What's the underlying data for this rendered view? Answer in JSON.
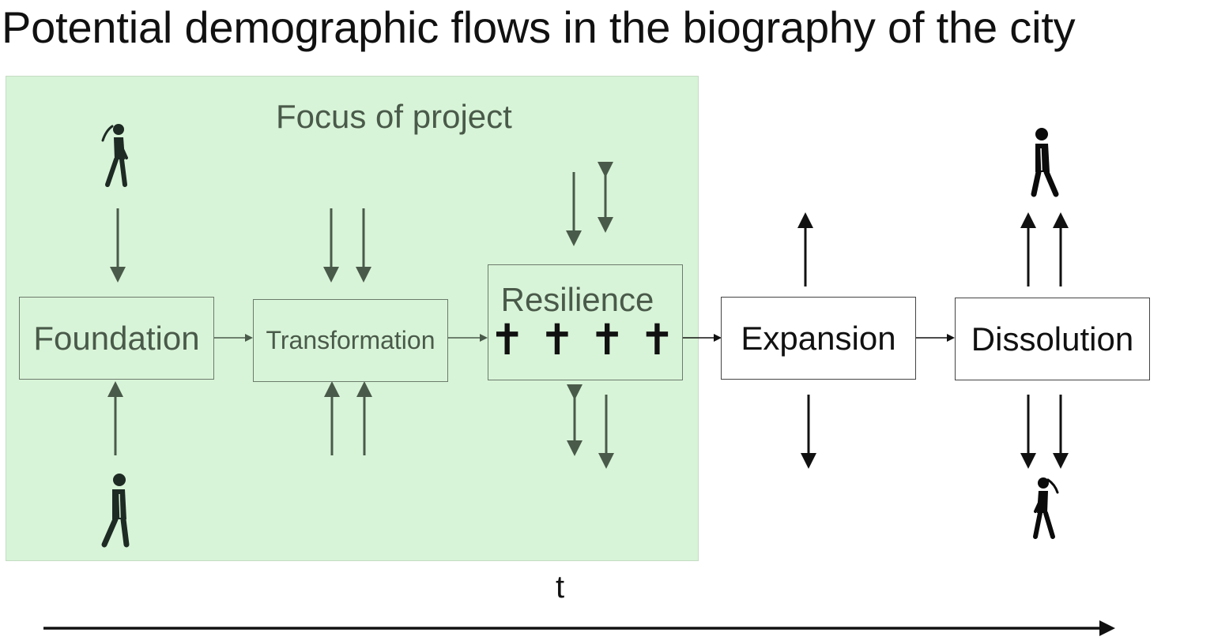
{
  "title": "Potential demographic flows in the biography of the city",
  "focus_label": "Focus of project",
  "stages": {
    "foundation": "Foundation",
    "transformation": "Transformation",
    "resilience": "Resilience",
    "resilience_marks": "✝✝✝✝",
    "expansion": "Expansion",
    "dissolution": "Dissolution"
  },
  "time_axis_label": "t",
  "colors": {
    "focus_background": "#d8f4d8",
    "focus_arrow": "#4a5a4a",
    "outside_arrow": "#111111"
  }
}
